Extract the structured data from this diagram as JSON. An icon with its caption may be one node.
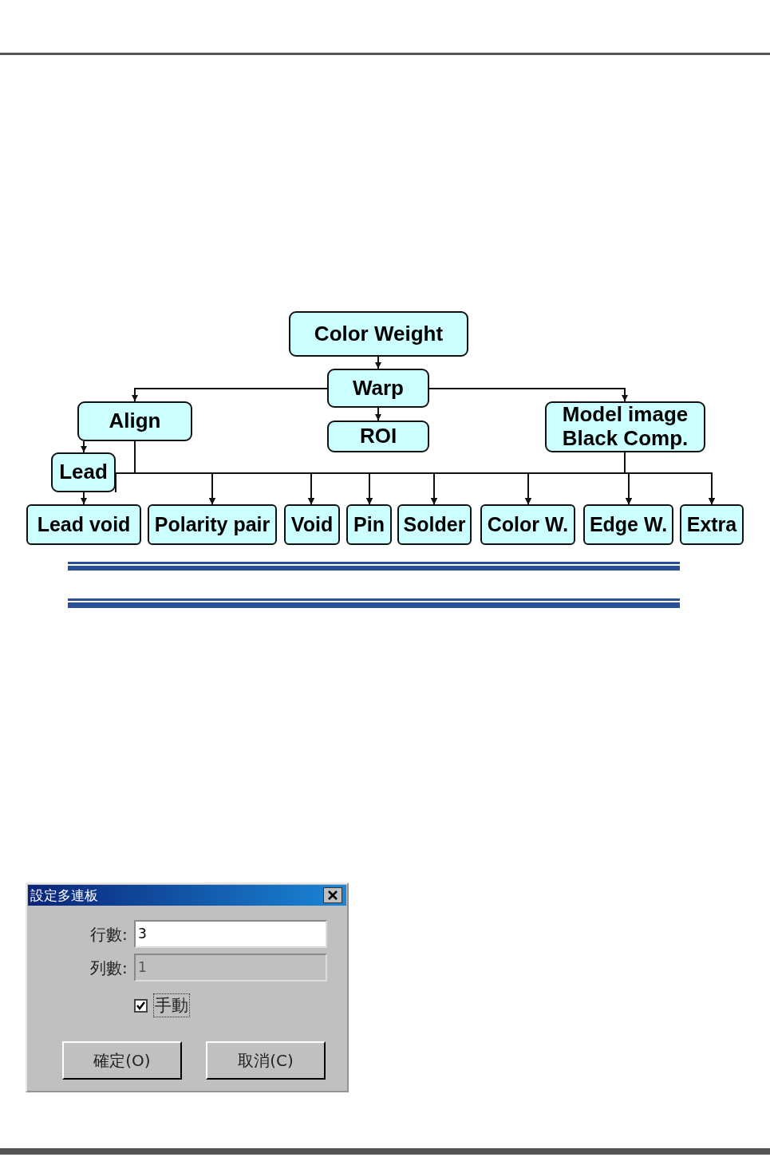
{
  "diagram": {
    "nodes": [
      {
        "text": [
          "Color Weight"
        ]
      },
      {
        "text": [
          "Warp"
        ]
      },
      {
        "text": [
          "Align"
        ]
      },
      {
        "text": [
          "ROI"
        ]
      },
      {
        "text": [
          "Model image Black Comp."
        ]
      },
      {
        "text": [
          "Lead"
        ]
      },
      {
        "text": [
          "Lead void"
        ]
      },
      {
        "text": [
          "Polarity pair"
        ]
      },
      {
        "text": [
          "Void"
        ]
      },
      {
        "text": [
          "Pin"
        ]
      },
      {
        "text": [
          "Solder"
        ]
      },
      {
        "text": [
          "Color W."
        ]
      },
      {
        "text": [
          "Edge W."
        ]
      },
      {
        "text": [
          "Extra"
        ]
      }
    ],
    "edges": [
      {
        "from": 0,
        "to": 1,
        "arrow": "to"
      },
      {
        "from": 1,
        "to": 2,
        "arrow": "to"
      },
      {
        "from": 1,
        "to": 3,
        "arrow": "to"
      },
      {
        "from": 1,
        "to": 4,
        "arrow": "to"
      },
      {
        "from": 2,
        "to": 5,
        "arrow": "to"
      },
      {
        "from": 5,
        "to": 6,
        "arrow": "to"
      },
      {
        "from": 2,
        "to": 7,
        "arrow": "to"
      },
      {
        "from": 2,
        "to": 8,
        "arrow": "to"
      },
      {
        "from": 2,
        "to": 9,
        "arrow": "to"
      },
      {
        "from": 2,
        "to": 10,
        "arrow": "to"
      },
      {
        "from": 2,
        "to": 11,
        "arrow": "to"
      },
      {
        "from": 2,
        "to": 12,
        "arrow": "to"
      },
      {
        "from": 2,
        "to": 13,
        "arrow": "to"
      },
      {
        "from": 4,
        "to": 7,
        "arrow": "to"
      },
      {
        "from": 4,
        "to": 8,
        "arrow": "to"
      },
      {
        "from": 4,
        "to": 9,
        "arrow": "to"
      },
      {
        "from": 4,
        "to": 10,
        "arrow": "to"
      },
      {
        "from": 4,
        "to": 11,
        "arrow": "to"
      },
      {
        "from": 4,
        "to": 12,
        "arrow": "to"
      },
      {
        "from": 4,
        "to": 13,
        "arrow": "to"
      },
      {
        "from": 5,
        "to": 7,
        "arrow": "to"
      },
      {
        "from": 5,
        "to": 8,
        "arrow": "to"
      },
      {
        "from": 5,
        "to": 9,
        "arrow": "to"
      },
      {
        "from": 5,
        "to": 10,
        "arrow": "to"
      },
      {
        "from": 5,
        "to": 11,
        "arrow": "to"
      },
      {
        "from": 5,
        "to": 12,
        "arrow": "to"
      },
      {
        "from": 5,
        "to": 13,
        "arrow": "to"
      }
    ],
    "labels": [
      "設定多連板",
      "行數:",
      "3",
      "列數:",
      "1",
      "手動",
      "確定(O)",
      "取消(C)"
    ]
  }
}
